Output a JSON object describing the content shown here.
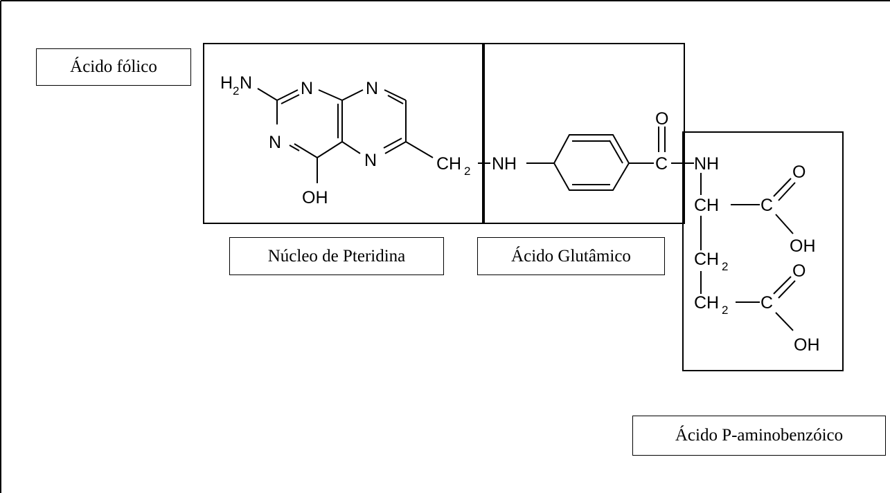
{
  "labels": {
    "folic_acid": "Ácido fólico",
    "pteridine": "Núcleo de Pteridina",
    "glutamic": "Ácido Glutâmico",
    "paba": "Ácido P-aminobenzóico"
  },
  "atoms": {
    "h": "H",
    "h2_sub": "2",
    "n": "N",
    "n_ring_top_left": "N",
    "n_ring_top_right": "N",
    "n_ring_left": "N",
    "n_ring_bottom": "N",
    "oh_pteridine": "OH",
    "ch2_linker": "CH",
    "ch2_linker_sub": "2",
    "nh_amine": "NH",
    "o_carbonyl": "O",
    "c_carbonyl": "C",
    "nh_amide": "NH",
    "ch_alpha": "CH",
    "c_acid1": "C",
    "o_acid1": "O",
    "oh_acid1": "OH",
    "ch2_beta": "CH",
    "ch2_beta_sub": "2",
    "o_acid2": "O",
    "ch2_gamma": "CH",
    "ch2_gamma_sub": "2",
    "c_acid2": "C",
    "oh_acid2": "OH"
  }
}
